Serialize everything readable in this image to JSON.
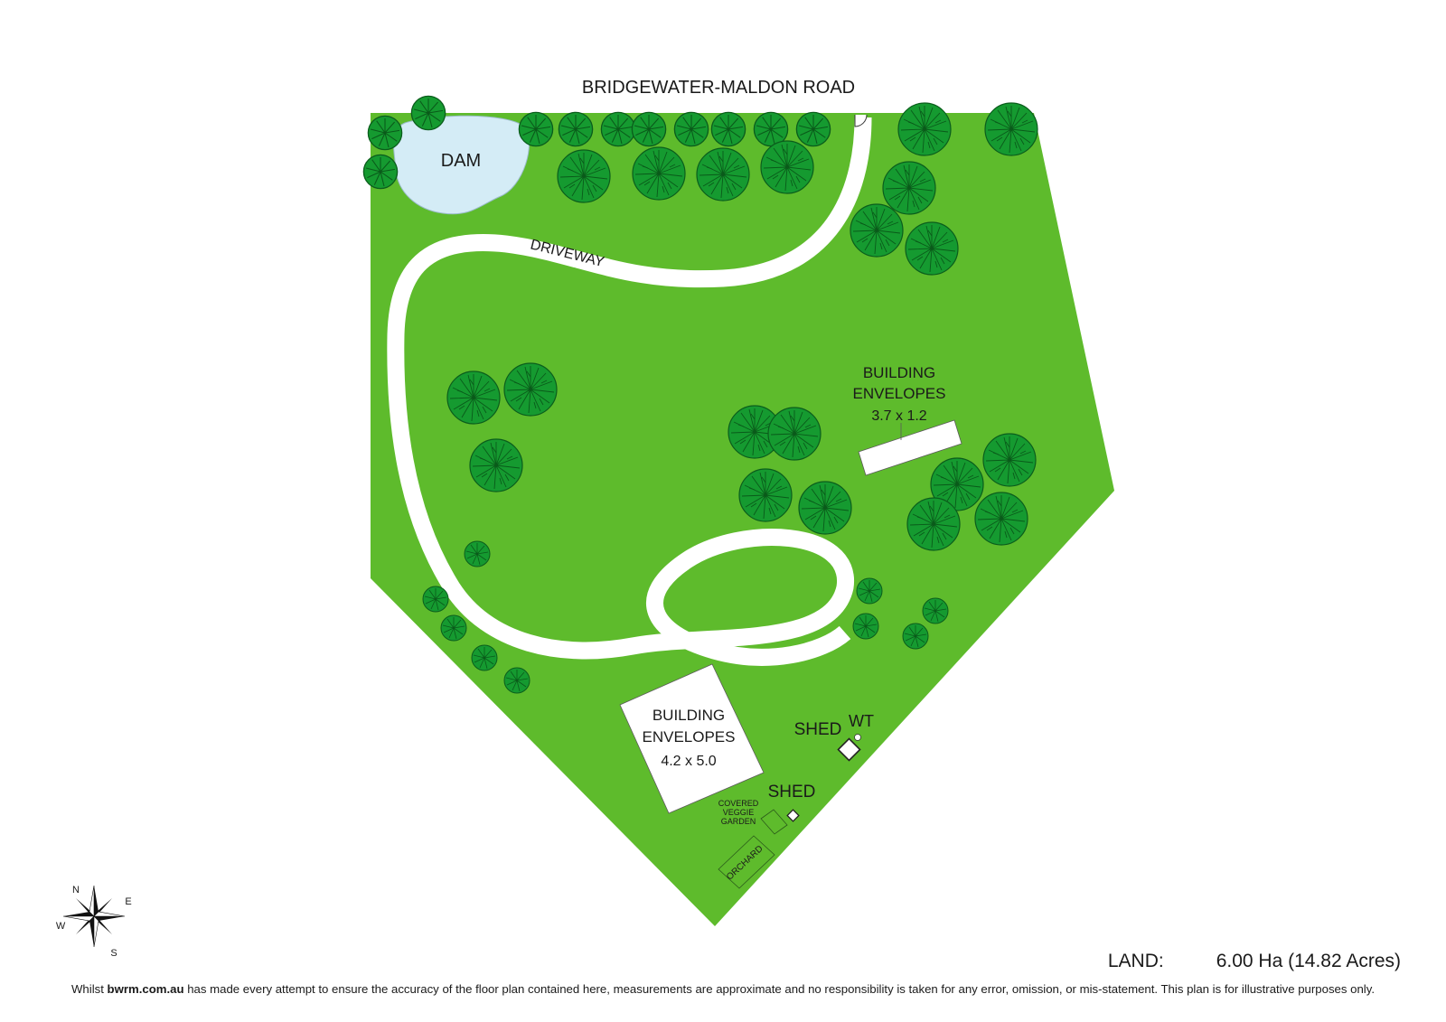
{
  "road": {
    "name": "BRIDGEWATER-MALDON ROAD"
  },
  "labels": {
    "dam": "DAM",
    "driveway": "DRIVEWAY",
    "envelope_upper": {
      "line1": "BUILDING",
      "line2": "ENVELOPES",
      "size": "3.7 x 1.2"
    },
    "envelope_lower": {
      "line1": "BUILDING",
      "line2": "ENVELOPES",
      "size": "4.2 x 5.0"
    },
    "shed_upper": "SHED",
    "water_tank": "WT",
    "shed_lower": "SHED",
    "veggie": {
      "line1": "COVERED",
      "line2": "VEGGIE",
      "line3": "GARDEN"
    },
    "orchard": "ORCHARD"
  },
  "compass": {
    "n": "N",
    "e": "E",
    "s": "S",
    "w": "W"
  },
  "land": {
    "label": "LAND:",
    "value": "6.00 Ha (14.82 Acres)"
  },
  "disclaimer": {
    "prefix": "Whilst ",
    "site": "bwrm.com.au",
    "text": " has made every attempt to ensure the accuracy of the floor plan contained here, measurements are approximate and no responsibility is taken for any error, omission, or mis-statement. This plan is for illustrative purposes only."
  },
  "colors": {
    "land": "#5ebb2c",
    "tree": "#159a30",
    "tree_lines": "#0a5a1a",
    "dam": "#d4ecf6",
    "driveway": "#ffffff"
  },
  "tree_icon": "tree-canopy-icon"
}
